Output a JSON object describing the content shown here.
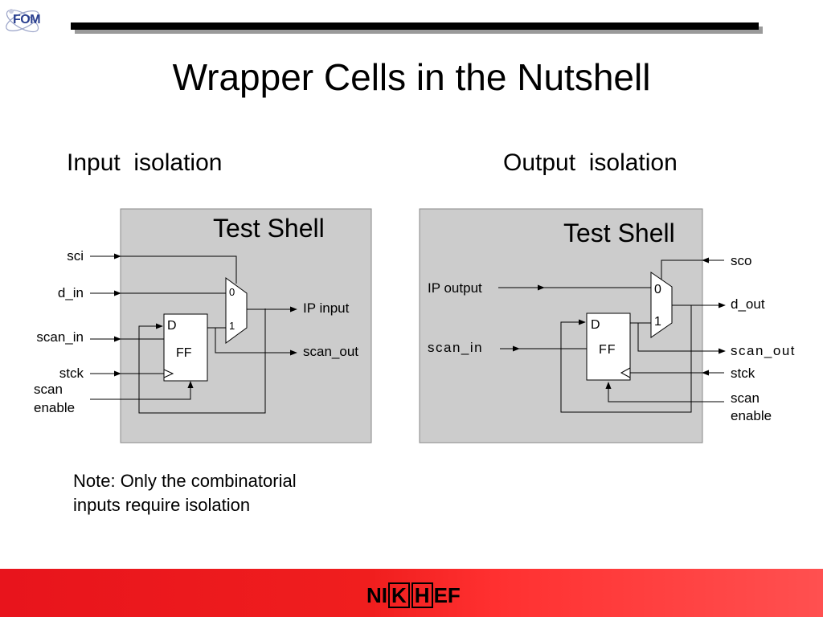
{
  "header": {
    "logo_text": "FOM",
    "title": "Wrapper Cells in the Nutshell"
  },
  "sections": {
    "input": {
      "subtitle": "Input  isolation"
    },
    "output": {
      "subtitle": "Output  isolation"
    }
  },
  "input_diagram": {
    "shell_label": "Test Shell",
    "left_labels": [
      "sci",
      "d_in",
      "scan_in",
      "stck",
      "scan",
      "enable"
    ],
    "right_labels": [
      "IP input",
      "scan_out"
    ],
    "mux_inputs": [
      "0",
      "1"
    ],
    "ff_pin": "D",
    "ff_label": "FF"
  },
  "output_diagram": {
    "shell_label": "Test Shell",
    "left_labels": [
      "IP output",
      "scan_in"
    ],
    "right_labels": [
      "sco",
      "d_out",
      "scan_out",
      "stck",
      "scan",
      "enable"
    ],
    "mux_inputs": [
      "0",
      "1"
    ],
    "ff_pin": "D",
    "ff_label": "FF"
  },
  "note": {
    "line1": "Note: Only the combinatorial",
    "line2": "inputs require isolation"
  },
  "footer": {
    "logo_pre": "NI",
    "logo_k": "K",
    "logo_h": "H",
    "logo_post": "EF"
  }
}
